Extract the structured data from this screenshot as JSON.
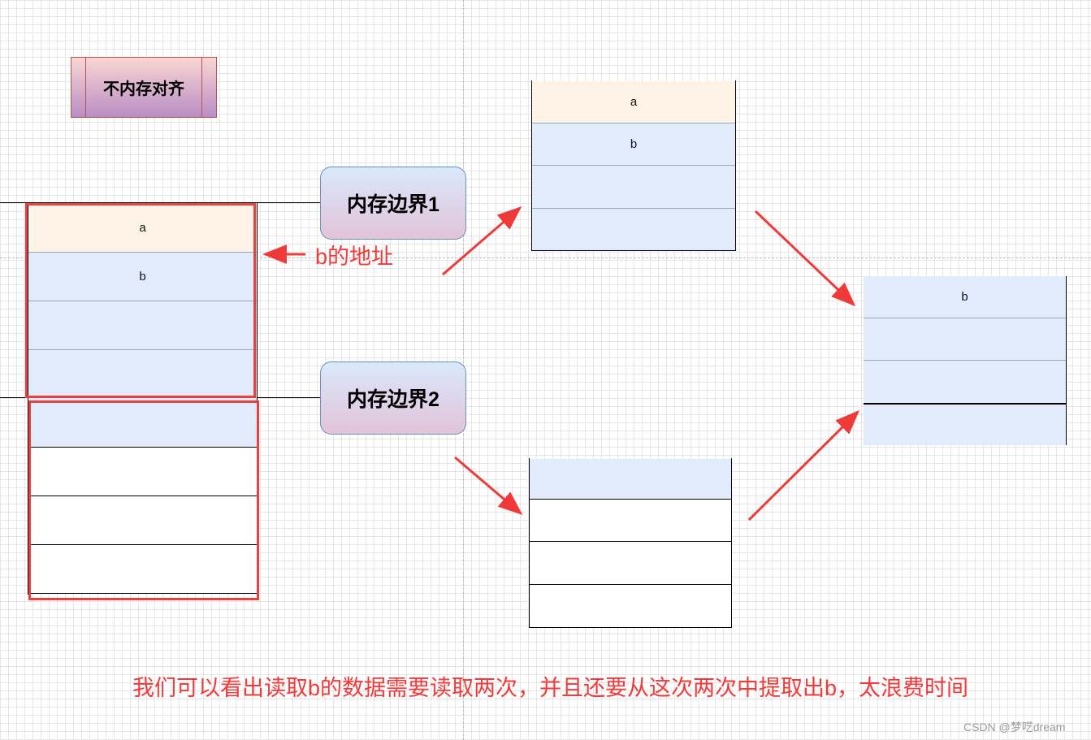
{
  "title": "不内存对齐",
  "boundary_1": "内存边界1",
  "boundary_2": "内存边界2",
  "address_label": "b的地址",
  "caption": "我们可以看出读取b的数据需要读取两次，并且还要从这次两次中提取出b，太浪费时间",
  "watermark": "CSDN @梦呓dream",
  "cell_a": "a",
  "cell_b": "b",
  "colors": {
    "cell_a_fill": "#fdf3e6",
    "cell_b_fill": "#e1ebfb",
    "highlight": "#e8423f",
    "arrow": "#f03a3a"
  }
}
